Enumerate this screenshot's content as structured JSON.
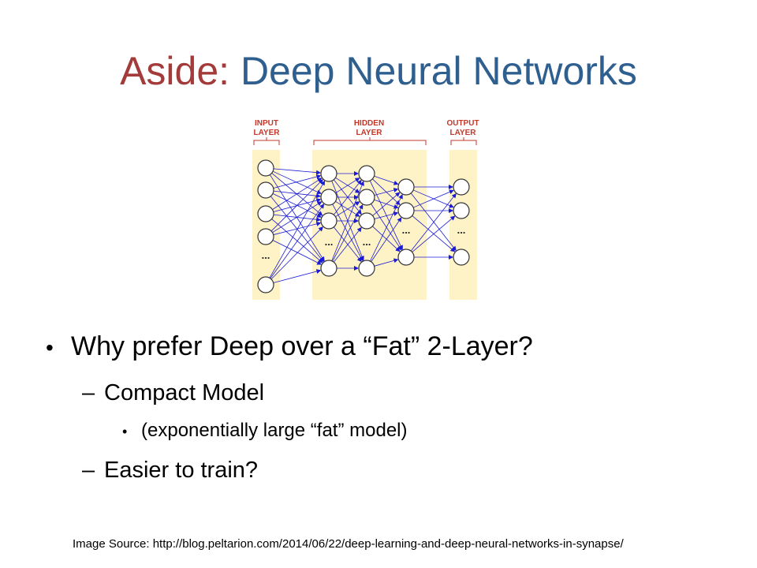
{
  "slide": {
    "title_aside": "Aside:",
    "title_main": "Deep Neural Networks",
    "bullets": {
      "main": "Why prefer Deep over a “Fat” 2-Layer?",
      "sub1": "Compact Model",
      "sub1_detail": "(exponentially large “fat” model)",
      "sub2": "Easier to train?"
    },
    "image_source": "Image Source: http://blog.peltarion.com/2014/06/22/deep-learning-and-deep-neural-networks-in-synapse/"
  },
  "diagram": {
    "labels": {
      "input_line1": "INPUT",
      "input_line2": "LAYER",
      "hidden_line1": "HIDDEN",
      "hidden_line2": "LAYER",
      "output_line1": "OUTPUT",
      "output_line2": "LAYER"
    },
    "ellipsis": "...",
    "layer_node_counts": [
      5,
      4,
      4,
      3,
      3
    ],
    "colors": {
      "panel": "#fdf3c6",
      "edge": "#1b1bd6",
      "label": "#c0392b",
      "bracket": "#c0392b",
      "node_fill": "#ffffff",
      "node_stroke": "#333333"
    }
  }
}
